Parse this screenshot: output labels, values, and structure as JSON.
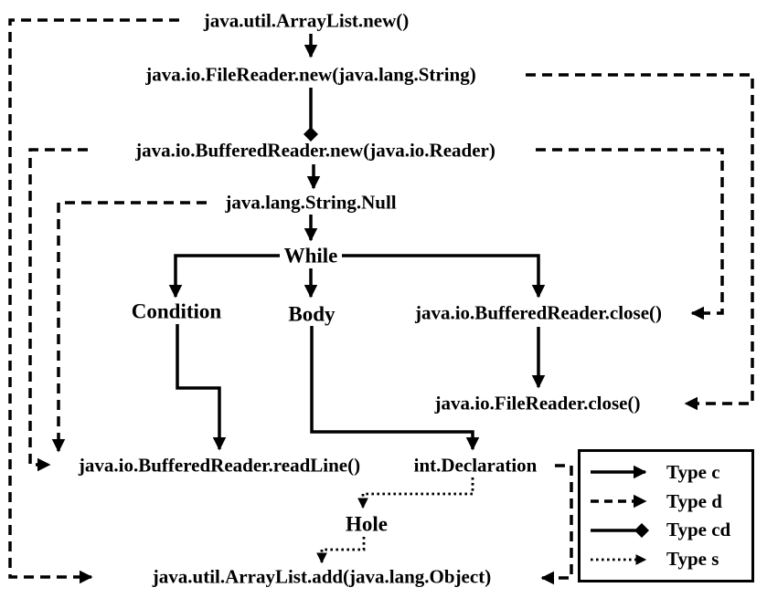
{
  "colors": {
    "foreground": "#000000",
    "background": "#ffffff"
  },
  "graph": {
    "nodes": [
      {
        "id": "arraylist-new",
        "label": "java.util.ArrayList.new()"
      },
      {
        "id": "filereader-new",
        "label": "java.io.FileReader.new(java.lang.String)"
      },
      {
        "id": "bufferedreader-new",
        "label": "java.io.BufferedReader.new(java.io.Reader)"
      },
      {
        "id": "string-null",
        "label": "java.lang.String.Null"
      },
      {
        "id": "while",
        "label": "While"
      },
      {
        "id": "condition",
        "label": "Condition"
      },
      {
        "id": "body",
        "label": "Body"
      },
      {
        "id": "bufferedreader-close",
        "label": "java.io.BufferedReader.close()"
      },
      {
        "id": "filereader-close",
        "label": "java.io.FileReader.close()"
      },
      {
        "id": "bufferedreader-readline",
        "label": "java.io.BufferedReader.readLine()"
      },
      {
        "id": "int-declaration",
        "label": "int.Declaration"
      },
      {
        "id": "hole",
        "label": "Hole"
      },
      {
        "id": "arraylist-add",
        "label": "java.util.ArrayList.add(java.lang.Object)"
      }
    ],
    "edges": [
      {
        "from": "arraylist-new",
        "to": "filereader-new",
        "type": "c"
      },
      {
        "from": "filereader-new",
        "to": "bufferedreader-new",
        "type": "cd"
      },
      {
        "from": "bufferedreader-new",
        "to": "string-null",
        "type": "c"
      },
      {
        "from": "string-null",
        "to": "while",
        "type": "c"
      },
      {
        "from": "while",
        "to": "condition",
        "type": "c"
      },
      {
        "from": "while",
        "to": "body",
        "type": "c"
      },
      {
        "from": "while",
        "to": "bufferedreader-close",
        "type": "c"
      },
      {
        "from": "condition",
        "to": "bufferedreader-readline",
        "type": "c"
      },
      {
        "from": "body",
        "to": "int-declaration",
        "type": "c"
      },
      {
        "from": "bufferedreader-close",
        "to": "filereader-close",
        "type": "c"
      },
      {
        "from": "arraylist-new",
        "to": "arraylist-add",
        "type": "d"
      },
      {
        "from": "bufferedreader-new",
        "to": "bufferedreader-readline",
        "type": "d"
      },
      {
        "from": "string-null",
        "to": "bufferedreader-readline",
        "type": "d"
      },
      {
        "from": "filereader-new",
        "to": "filereader-close",
        "type": "d"
      },
      {
        "from": "bufferedreader-new",
        "to": "bufferedreader-close",
        "type": "d"
      },
      {
        "from": "int-declaration",
        "to": "arraylist-add",
        "type": "d"
      },
      {
        "from": "int-declaration",
        "to": "hole",
        "type": "s"
      },
      {
        "from": "hole",
        "to": "arraylist-add",
        "type": "s"
      }
    ]
  },
  "legend": {
    "items": [
      {
        "label": "Type c",
        "style": "solid-arrow"
      },
      {
        "label": "Type d",
        "style": "dashed-arrow"
      },
      {
        "label": "Type cd",
        "style": "solid-diamond"
      },
      {
        "label": "Type s",
        "style": "dotted-arrow"
      }
    ]
  }
}
